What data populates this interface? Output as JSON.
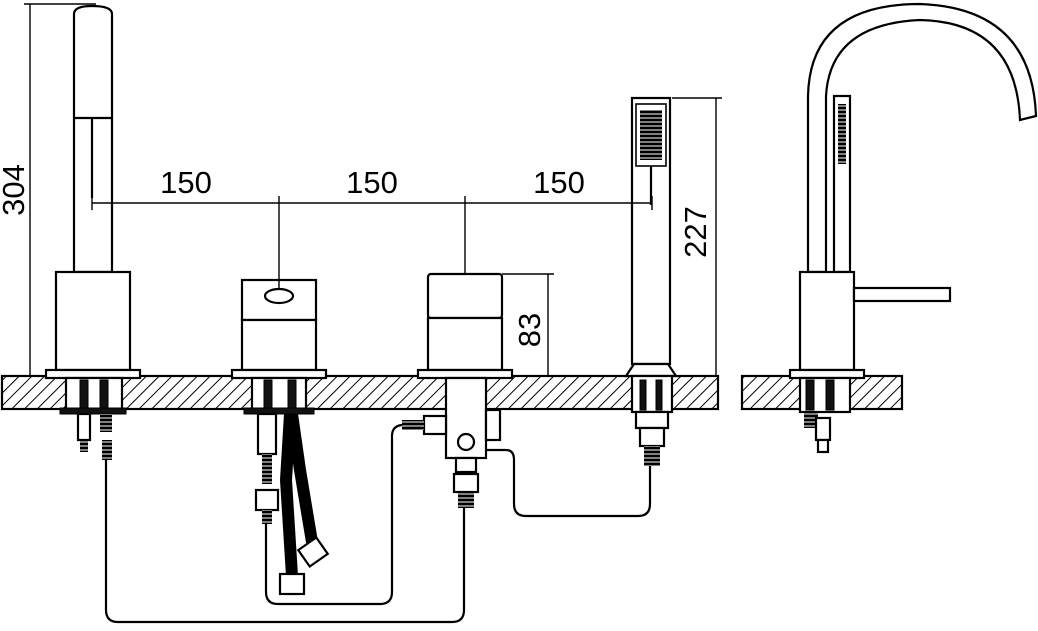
{
  "diagram": {
    "dimensions": {
      "spacing_1": "150",
      "spacing_2": "150",
      "spacing_3": "150",
      "spout_height": "304",
      "shower_height": "227",
      "handle_height": "83"
    },
    "colors": {
      "line": "#000000",
      "background": "#ffffff"
    }
  }
}
